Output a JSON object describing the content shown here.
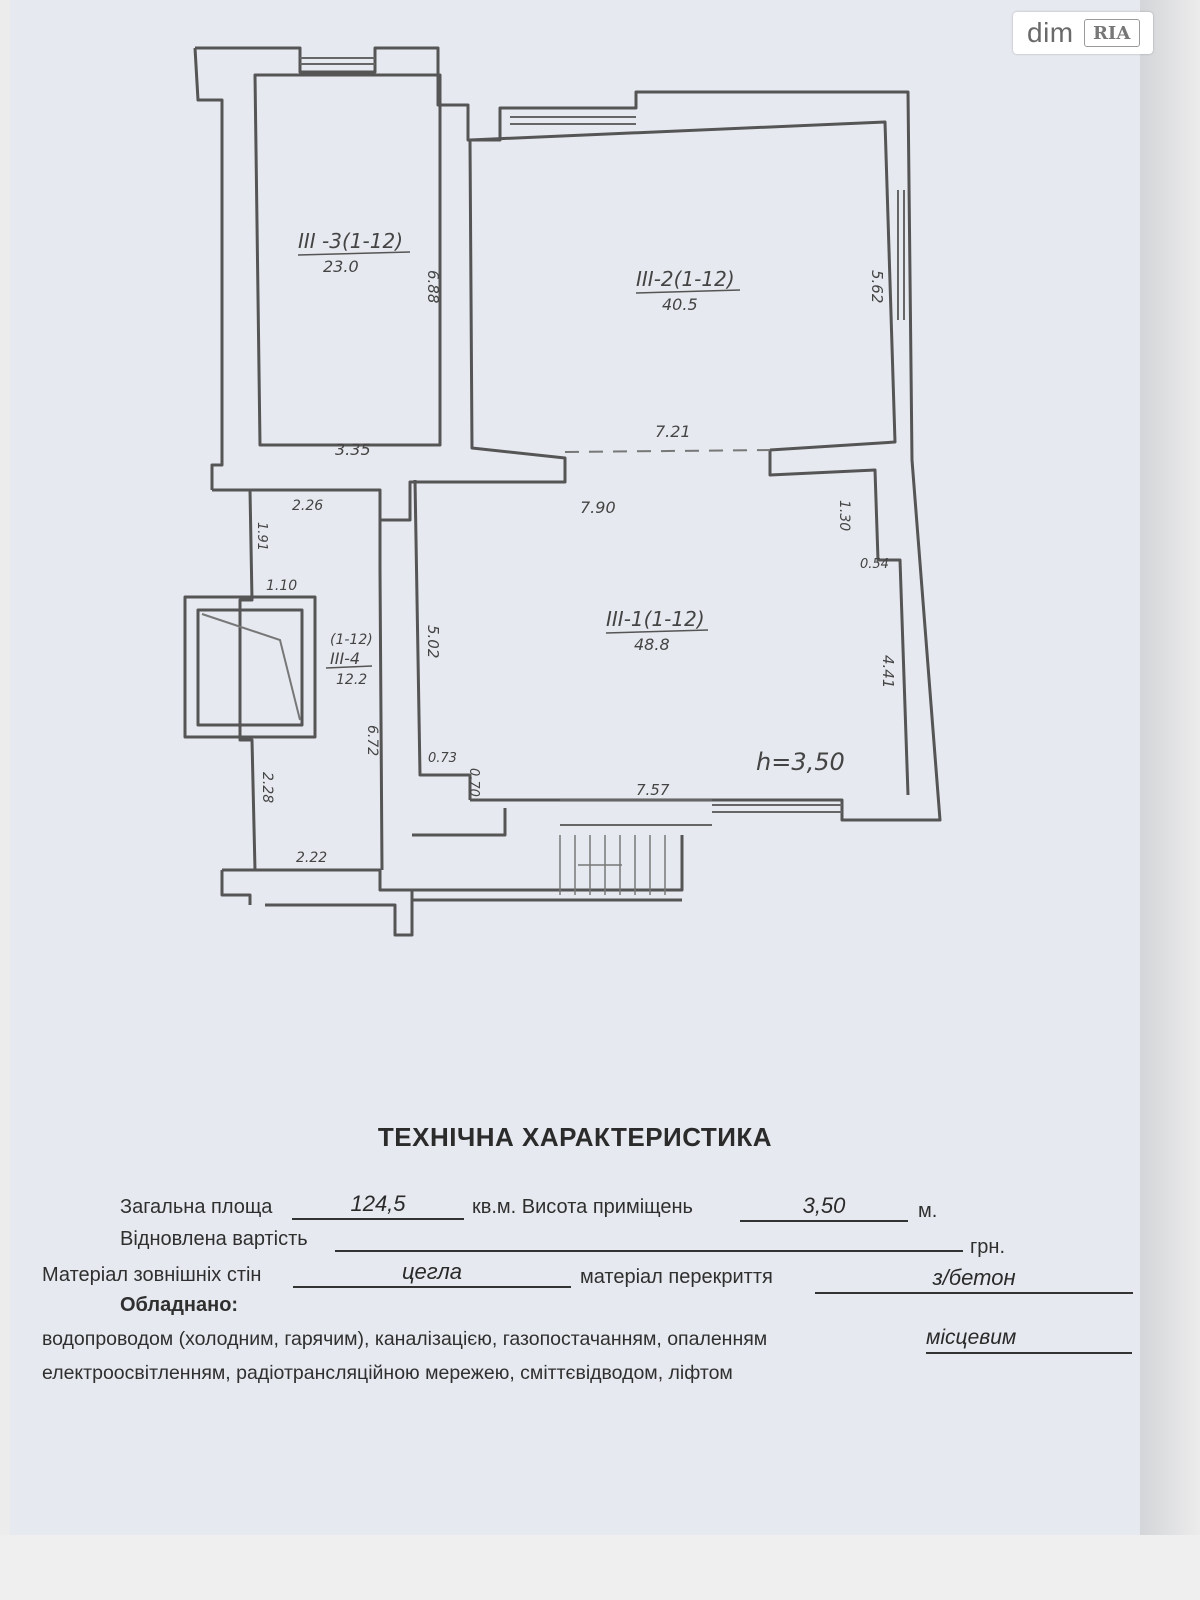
{
  "watermark": {
    "brand": "dim",
    "mark": "RIA"
  },
  "plan": {
    "rooms": [
      {
        "code": "III -3(1-12)",
        "area": "23.0"
      },
      {
        "code": "III-2(1-12)",
        "area": "40.5"
      },
      {
        "code": "III-1(1-12)",
        "area": "48.8"
      },
      {
        "code": "(1-12)",
        "code2": "III-4",
        "area": "12.2"
      }
    ],
    "dimensions": [
      "6.88",
      "3.35",
      "5.62",
      "7.21",
      "7.90",
      "1.30",
      "0.54",
      "5.02",
      "4.41",
      "0.73",
      "0.70",
      "7.57",
      "2.26",
      "1.91",
      "1.10",
      "6.72",
      "2.28",
      "2.22"
    ],
    "height_label": "h=3,50"
  },
  "tech": {
    "title": "ТЕХНІЧНА ХАРАКТЕРИСТИКА",
    "total_area_label": "Загальна площа",
    "total_area_value": "124,5",
    "unit_sqm_height_label": "кв.м. Висота приміщень",
    "height_value": "3,50",
    "unit_m": "м.",
    "restored_value_label": "Відновлена вартість",
    "restored_value_value": "",
    "unit_uah": "грн.",
    "wall_material_label": "Матеріал зовнішніх стін",
    "wall_material_value": "цегла",
    "ceiling_material_label": "матеріал перекриття",
    "ceiling_material_value": "з/бетон",
    "equipped_label": "Обладнано:",
    "equipped_line1": "водопроводом (холодним, гарячим), каналізацією, газопостачанням, опаленням",
    "heating_value": "місцевим",
    "equipped_line2": "електроосвітленням, радіотрансляційною мережею, сміттєвідводом, ліфтом"
  }
}
